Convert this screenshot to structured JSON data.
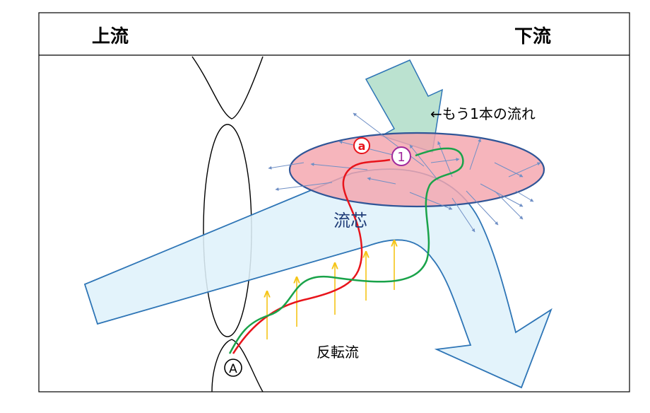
{
  "header": {
    "upstream_label": "上流",
    "downstream_label": "下流"
  },
  "labels": {
    "other_flow": "←もう1本の流れ",
    "core_flow": "流芯",
    "reverse_flow": "反転流",
    "marker_a": "a",
    "marker_1": "1",
    "marker_A": "A"
  },
  "colors": {
    "core_fill": "#dff1fb",
    "core_stroke": "#2e75b6",
    "ellipse_fill": "#f4a5ad",
    "ellipse_stroke": "#2f5597",
    "other_flow_fill": "#b4dfcb",
    "other_flow_stroke": "#2e75b6",
    "red_path": "#e8141b",
    "green_path": "#1aa34a",
    "yellow_arrow": "#f5c518",
    "thin_arrow": "#6f8fc5",
    "marker_purple": "#a0289b",
    "text_blue": "#1f3c78"
  }
}
